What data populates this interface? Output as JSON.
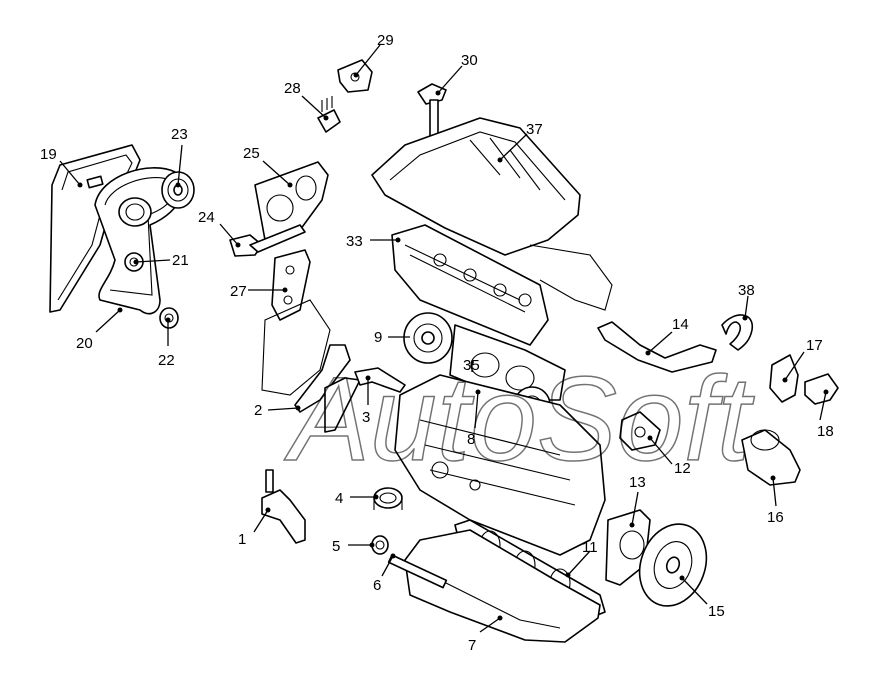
{
  "labels": {
    "l1": "1",
    "l2": "2",
    "l3": "3",
    "l4": "4",
    "l5": "5",
    "l6": "6",
    "l7": "7",
    "l8": "8",
    "l11": "11",
    "l12": "12",
    "l13": "13",
    "l14": "14",
    "l15": "15",
    "l16": "16",
    "l17": "17",
    "l18": "18",
    "l19": "19",
    "l20": "20",
    "l21": "21",
    "l22": "22",
    "l23": "23",
    "l24": "24",
    "l25": "25",
    "l27": "27",
    "l28": "28",
    "l29": "29",
    "l30": "30",
    "l33": "33",
    "l35": "35",
    "l37": "37",
    "l38": "38",
    "l9": "9"
  },
  "watermark": "AutoSoft"
}
